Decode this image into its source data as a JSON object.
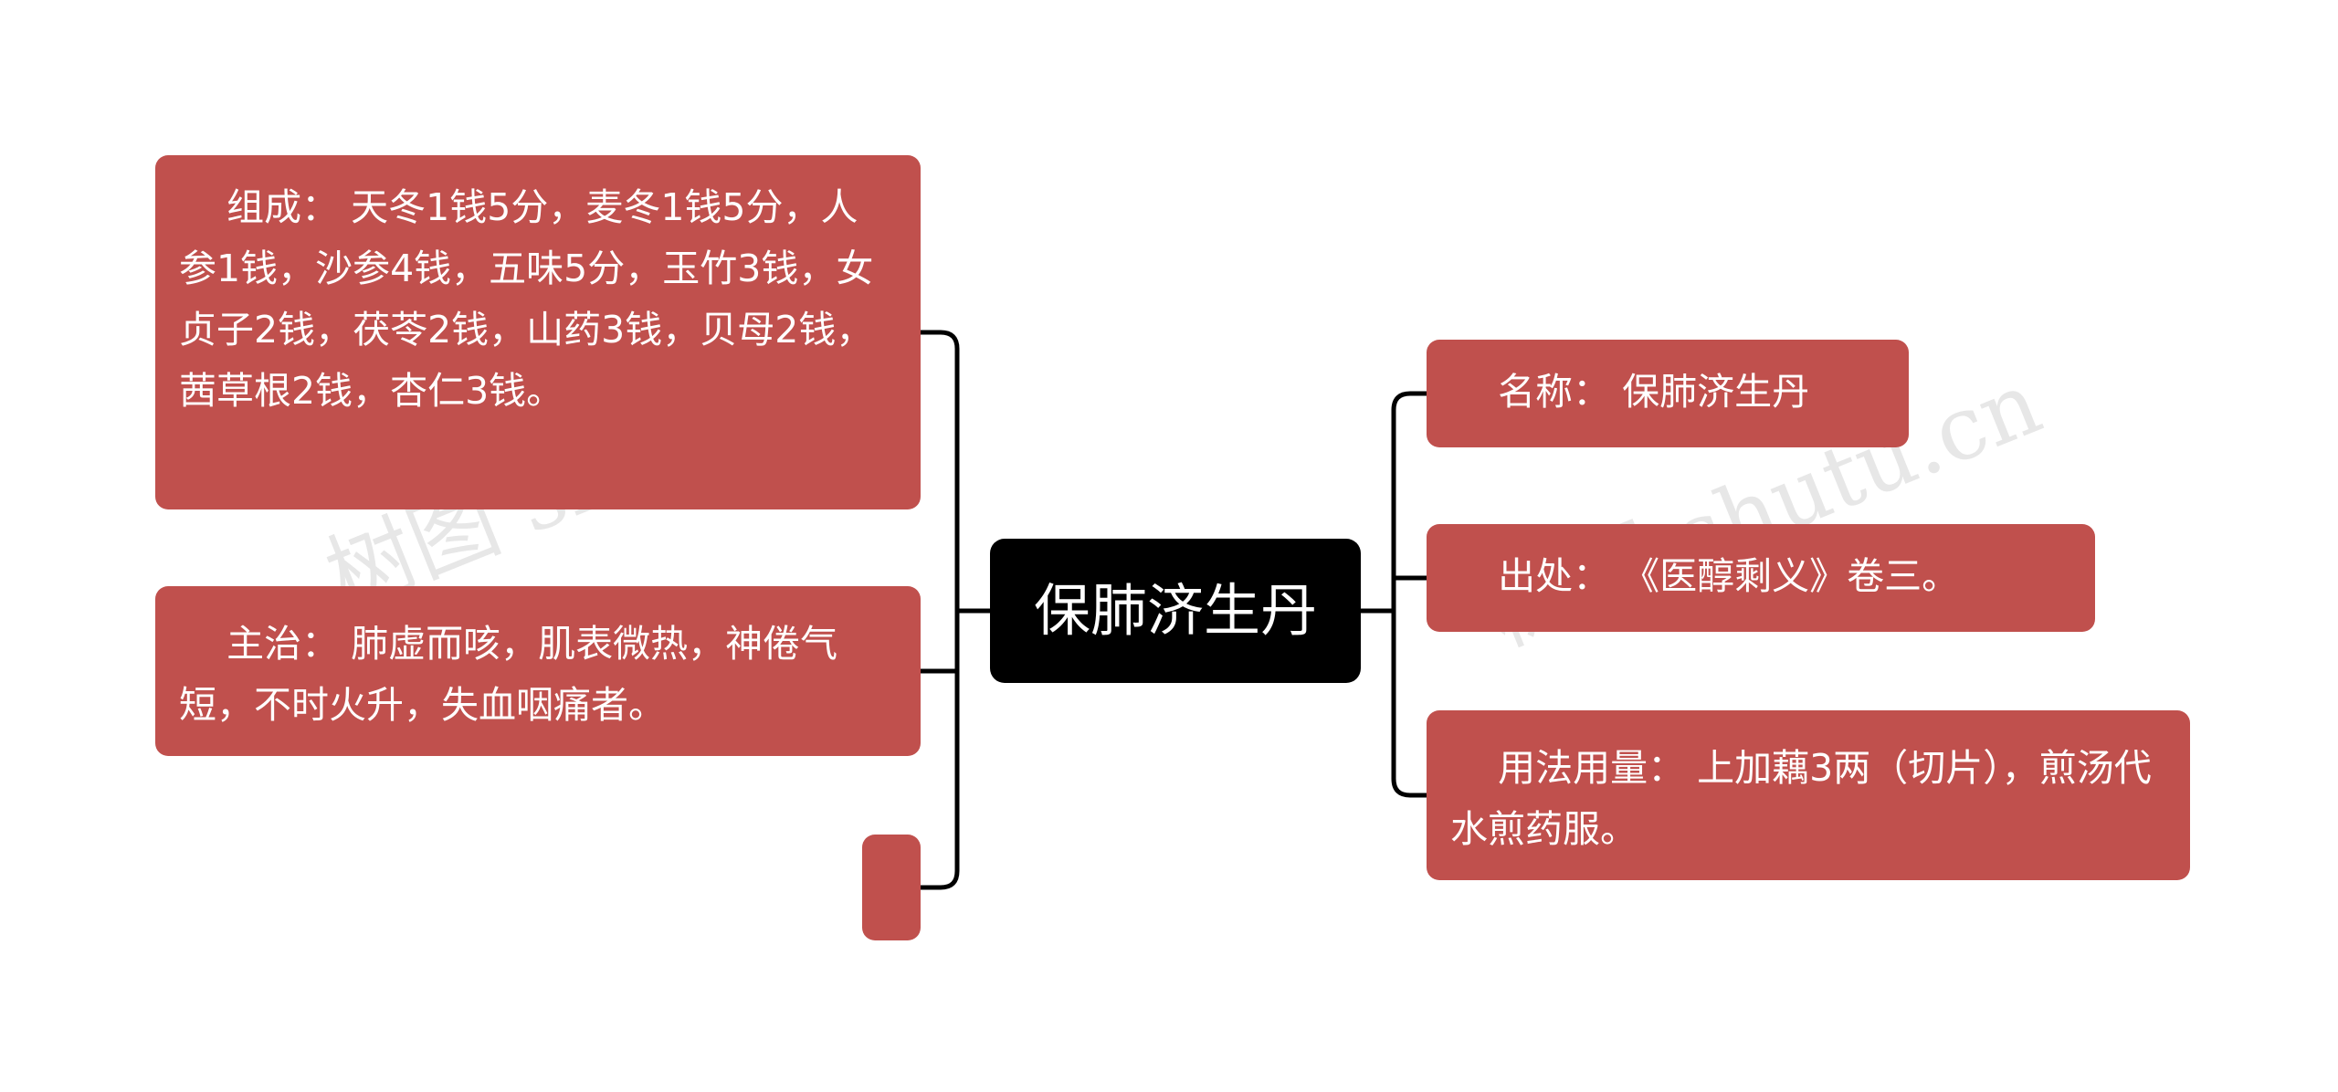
{
  "colors": {
    "topic": "#c0504d",
    "center": "#000000",
    "line": "#000000",
    "text": "#ffffff"
  },
  "center": {
    "label": "保肺济生丹"
  },
  "left_topics": [
    {
      "text": "    组成： 天冬1钱5分，麦冬1钱5分，人参1钱，沙参4钱，五味5分，玉竹3钱，女贞子2钱，茯苓2钱，山药3钱，贝母2钱，茜草根2钱，杏仁3钱。"
    },
    {
      "text": "    主治： 肺虚而咳，肌表微热，神倦气短，不时火升，失血咽痛者。"
    },
    {
      "text": ""
    }
  ],
  "right_topics": [
    {
      "text": "    名称： 保肺济生丹"
    },
    {
      "text": "    出处： 《医醇剩义》卷三。"
    },
    {
      "text": "    用法用量： 上加藕3两（切片），煎汤代水煎药服。"
    }
  ],
  "watermark": {
    "text": "树图 shutu.cn"
  }
}
